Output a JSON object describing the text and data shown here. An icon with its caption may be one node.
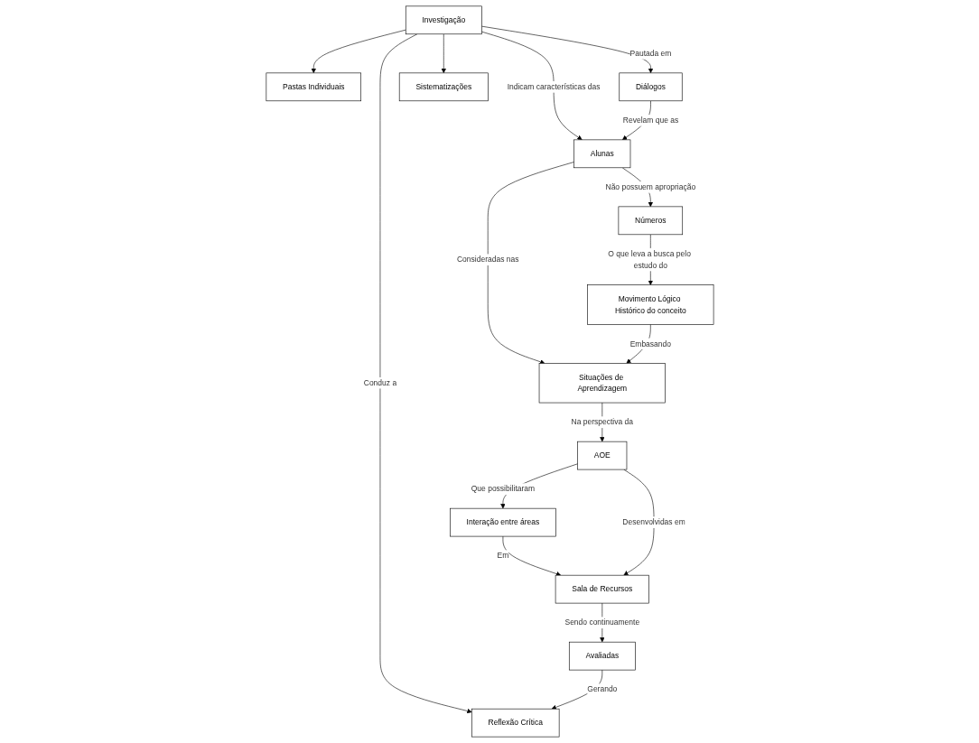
{
  "diagram": {
    "nodes": [
      {
        "text": [
          "Investigação"
        ]
      },
      {
        "text": [
          "Reflexão Crítica"
        ]
      },
      {
        "text": [
          "Pastas Individuais"
        ]
      },
      {
        "text": [
          "Diálogos"
        ]
      },
      {
        "text": [
          "Sistematizações"
        ]
      },
      {
        "text": [
          "Alunas"
        ]
      },
      {
        "text": [
          "Números"
        ]
      },
      {
        "text": [
          "Movimento Lógico Histórico do conceito"
        ]
      },
      {
        "text": [
          "Situações de Aprendizagem"
        ]
      },
      {
        "text": [
          "AOE"
        ]
      },
      {
        "text": [
          "Interação entre áreas"
        ]
      },
      {
        "text": [
          "Sala de Recursos"
        ]
      },
      {
        "text": [
          "Avaliadas"
        ]
      }
    ],
    "edges": [
      {
        "from": 0,
        "to": 1,
        "arrow": "to",
        "label": "Conduz a"
      },
      {
        "from": 0,
        "to": 2,
        "arrow": "to"
      },
      {
        "from": 0,
        "to": 3,
        "arrow": "to",
        "label": "Pautada em"
      },
      {
        "from": 0,
        "to": 4,
        "arrow": "to"
      },
      {
        "from": 0,
        "to": 5,
        "arrow": "to",
        "label": "Indicam características das"
      },
      {
        "from": 3,
        "to": 5,
        "arrow": "to",
        "label": "Revelam que as"
      },
      {
        "from": 5,
        "to": 8,
        "arrow": "to",
        "label": "Consideradas nas"
      },
      {
        "from": 5,
        "to": 6,
        "arrow": "to",
        "label": "Não possuem apropriação"
      },
      {
        "from": 6,
        "to": 7,
        "arrow": "to",
        "label": "O que leva a busca pelo estudo do"
      },
      {
        "from": 7,
        "to": 8,
        "arrow": "to",
        "label": "Embasando"
      },
      {
        "from": 8,
        "to": 9,
        "arrow": "to",
        "label": "Na perspectiva da"
      },
      {
        "from": 9,
        "to": 10,
        "arrow": "to",
        "label": "Que possibilitaram"
      },
      {
        "from": 10,
        "to": 11,
        "arrow": "to",
        "label": "Em"
      },
      {
        "from": 9,
        "to": 11,
        "arrow": "to",
        "label": "Desenvolvidas em"
      },
      {
        "from": 11,
        "to": 12,
        "arrow": "to",
        "label": "Sendo continuamente"
      },
      {
        "from": 12,
        "to": 1,
        "arrow": "to",
        "label": "Gerando"
      }
    ]
  }
}
